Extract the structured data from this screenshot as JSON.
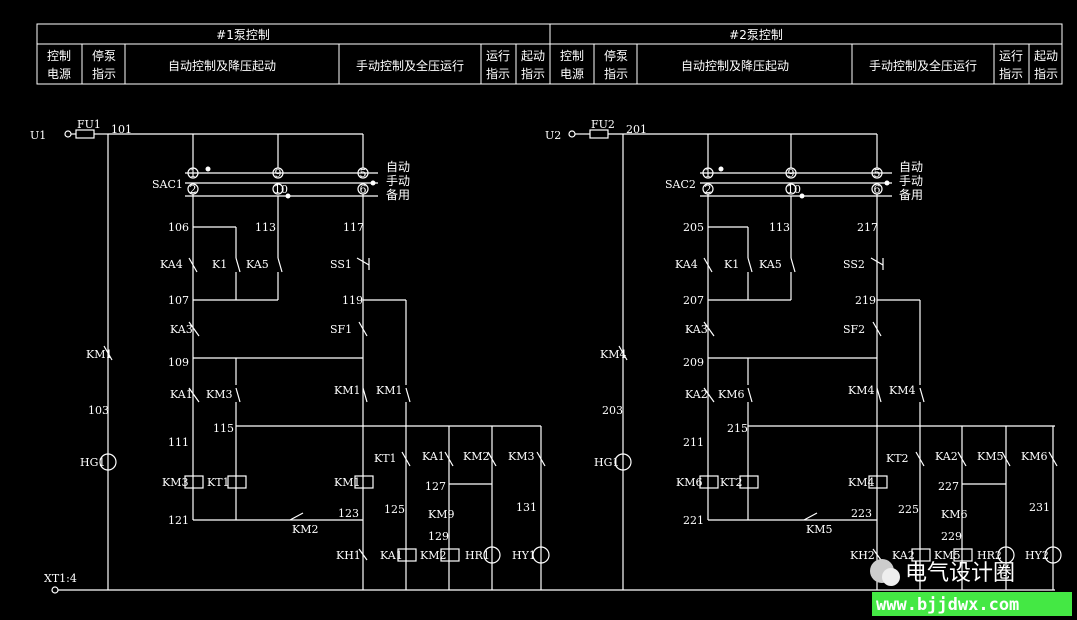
{
  "header": {
    "group1_title": "#1泵控制",
    "group2_title": "#2泵控制",
    "columns": [
      {
        "l1": "控制",
        "l2": "电源"
      },
      {
        "l1": "停泵",
        "l2": "指示"
      },
      {
        "l1": "自动控制及降压起动",
        "l2": ""
      },
      {
        "l1": "手动控制及全压运行",
        "l2": ""
      },
      {
        "l1": "运行",
        "l2": "指示"
      },
      {
        "l1": "起动",
        "l2": "指示"
      }
    ]
  },
  "circuit1": {
    "supply": "U1",
    "fuse": "FU1",
    "n101": "101",
    "switch": "SAC1",
    "t1": "1",
    "t9": "9",
    "t5": "5",
    "t2": "2",
    "t10": "10",
    "t6": "6",
    "mode_auto": "自动",
    "mode_manual": "手动",
    "mode_standby": "备用",
    "n106": "106",
    "n113": "113",
    "n117": "117",
    "ka4": "KA4",
    "k1": "K1",
    "ka5": "KA5",
    "ss1": "SS1",
    "n107": "107",
    "n119": "119",
    "ka3": "KA3",
    "sf1": "SF1",
    "km1_stop": "KM1",
    "n103": "103",
    "hg1": "HG1",
    "n109": "109",
    "ka1": "KA1",
    "km3": "KM3",
    "km1a": "KM1",
    "km1b": "KM1",
    "n115": "115",
    "n111": "111",
    "kt1": "KT1",
    "ka1b": "KA1",
    "km2": "KM2",
    "km3b": "KM3",
    "km3_coil": "KM3",
    "kt1_coil": "KT1",
    "km1_coil": "KM1",
    "n127": "127",
    "n125": "125",
    "n131": "131",
    "n121": "121",
    "km2_nc": "KM2",
    "n123": "123",
    "km9": "KM9",
    "n129": "129",
    "kh1": "KH1",
    "ka1_coil": "KA1",
    "km2_coil": "KM2",
    "hr1": "HR1",
    "hy1": "HY1",
    "xt": "XT1:4"
  },
  "circuit2": {
    "supply": "U2",
    "fuse": "FU2",
    "n201": "201",
    "switch": "SAC2",
    "t1": "1",
    "t9": "9",
    "t5": "5",
    "t2": "2",
    "t10": "10",
    "t6": "6",
    "mode_auto": "自动",
    "mode_manual": "手动",
    "mode_standby": "备用",
    "n205": "205",
    "n113": "113",
    "n217": "217",
    "ka4": "KA4",
    "k1": "K1",
    "ka5": "KA5",
    "ss2": "SS2",
    "n207": "207",
    "n219": "219",
    "ka3": "KA3",
    "sf2": "SF2",
    "km4_stop": "KM4",
    "n203": "203",
    "hg1": "HG1",
    "n209": "209",
    "ka2": "KA2",
    "km6": "KM6",
    "km4a": "KM4",
    "km4b": "KM4",
    "n215": "215",
    "n211": "211",
    "kt2": "KT2",
    "ka2b": "KA2",
    "km5": "KM5",
    "km6b": "KM6",
    "km6_coil": "KM6",
    "kt2_coil": "KT2",
    "km4_coil": "KM4",
    "n227": "227",
    "n225": "225",
    "n231": "231",
    "n221": "221",
    "km5_nc": "KM5",
    "n223": "223",
    "km6c": "KM6",
    "n229": "229",
    "kh2": "KH2",
    "ka2_coil": "KA2",
    "km5_coil": "KM5",
    "hr2": "HR2",
    "hy2": "HY2"
  },
  "watermark": {
    "text": "电气设计圈",
    "url": "www.bjjdwx.com"
  }
}
